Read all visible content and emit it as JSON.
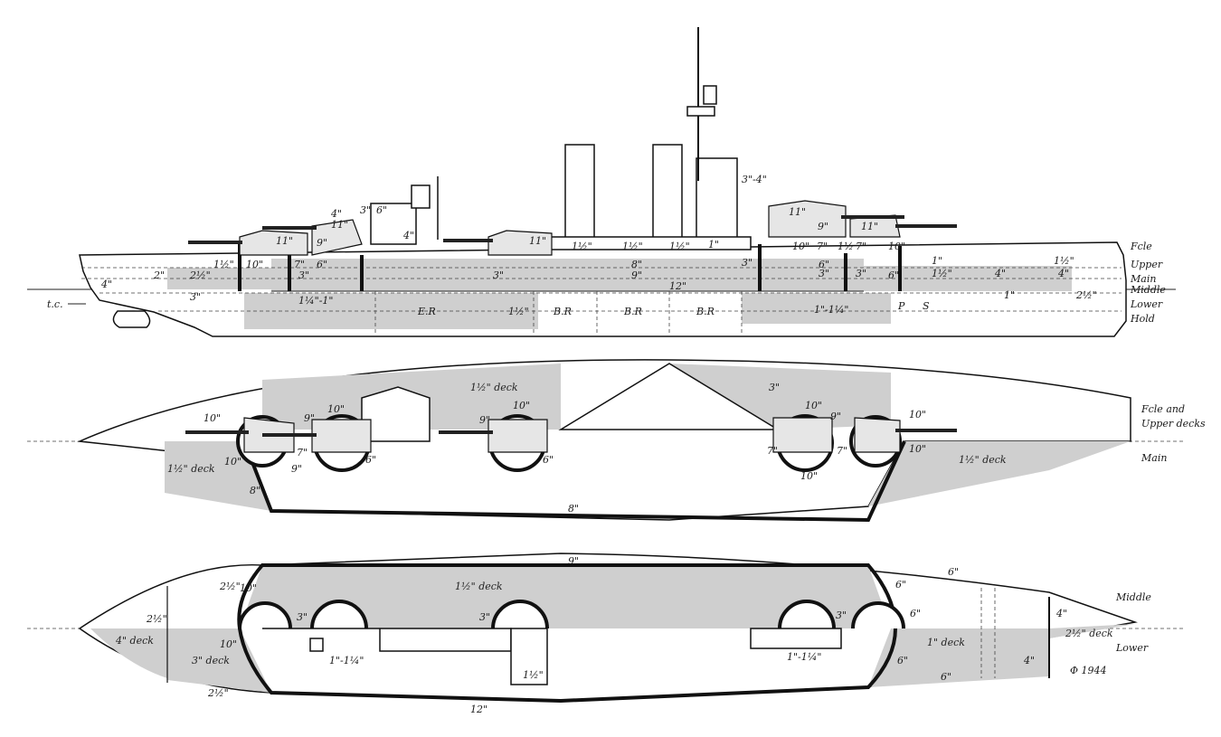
{
  "profile": {
    "labels": [
      "11\"",
      "9\"",
      "11\"",
      "4\"",
      "3\"",
      "6\"",
      "4\"",
      "11\"",
      "1½\"",
      "1½\"",
      "1½\"",
      "1\"",
      "11\"",
      "9\"",
      "11\"",
      "10\"",
      "7\"",
      "1½",
      "7\"",
      "10\"",
      "3\"-4\"",
      "1½\"",
      "2\"",
      "2½\"",
      "10\"",
      "7\"",
      "6\"",
      "3\"",
      "3\"",
      "3\"",
      "8\"",
      "9\"",
      "12\"",
      "3\"",
      "6\"",
      "3\"",
      "6\"",
      "1¼\"-1\"",
      "1½\"",
      "1\"",
      "1\"-1¼\"",
      "1½\"",
      "4\"",
      "1\"",
      "2½\"",
      "1½\"",
      "4\"",
      "4\"",
      "3\""
    ],
    "compartments": [
      "E.R",
      "B.R",
      "B.R",
      "B.R"
    ],
    "tc_label": "t.c.",
    "ps_labels": [
      "P",
      "S"
    ],
    "deck_names": [
      "Fcle",
      "Upper",
      "Main",
      "Middle",
      "Lower",
      "Hold"
    ]
  },
  "upper_plan": {
    "labels": [
      "10\"",
      "9\"",
      "10\"",
      "1½\" deck",
      "10\"",
      "9\"",
      "3\"",
      "10\"",
      "9\"",
      "10\"",
      "10\"",
      "9\"",
      "7\"",
      "6\"",
      "6\"",
      "7\"",
      "7\"",
      "10\"",
      "10\"",
      "1½\" deck",
      "1½\" deck",
      "8\"",
      "8\""
    ],
    "side_labels": [
      "Fcle and",
      "Upper decks",
      "Main"
    ]
  },
  "lower_plan": {
    "labels": [
      "2½\"",
      "9\"",
      "6\"",
      "10\"",
      "1½\" deck",
      "6\"",
      "2½\"",
      "3\"",
      "3\"",
      "3\"",
      "6\"",
      "4\"",
      "4\" deck",
      "3\" deck",
      "10\"",
      "1\"-1¼\"",
      "1\"-1¼\"",
      "1½\"",
      "1\" deck",
      "6\"",
      "4\"",
      "2½\" deck",
      "6\"",
      "2½\"",
      "12\""
    ],
    "side_labels": [
      "Middle",
      "Lower"
    ],
    "signature": "Φ 1944"
  }
}
